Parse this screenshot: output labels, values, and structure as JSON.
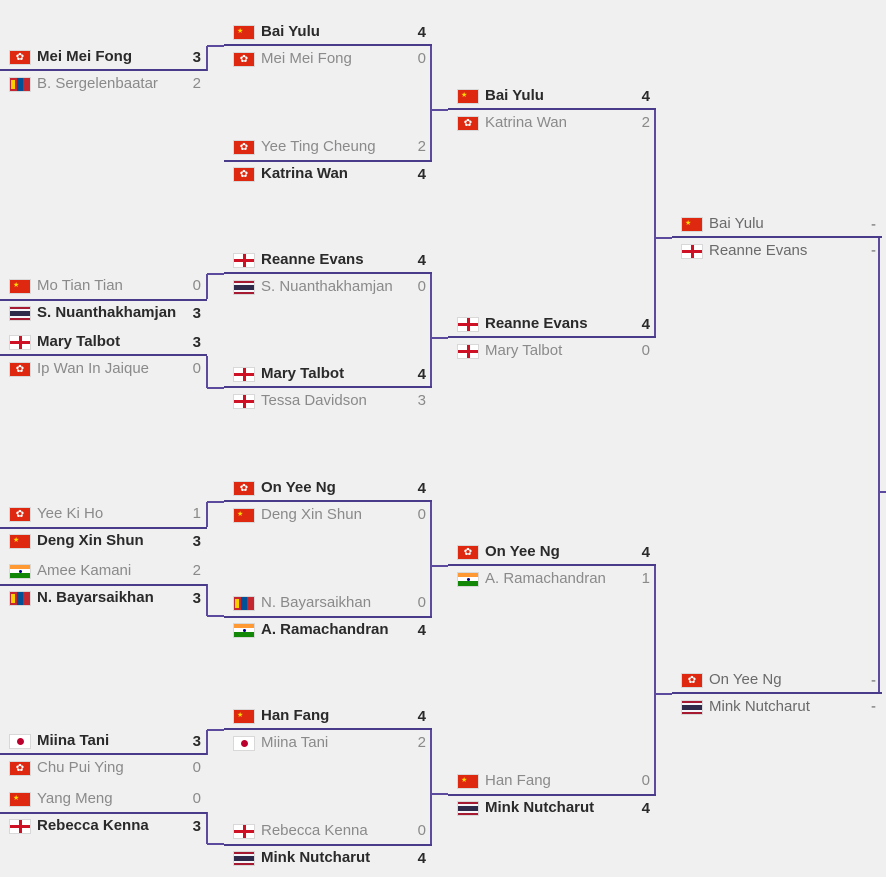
{
  "colors": {
    "line": "#5b4a9e",
    "winner_text": "#2a2a2a",
    "loser_text": "#8a8a8a"
  },
  "rounds": [
    {
      "matches": [
        {
          "p1": {
            "name": "Mei Mei Fong",
            "flag": "hong-kong",
            "score": "3",
            "win": true
          },
          "p2": {
            "name": "B. Sergelenbaatar",
            "flag": "mongolia",
            "score": "2",
            "win": false
          }
        },
        {
          "p1": {
            "name": "Mo Tian Tian",
            "flag": "china",
            "score": "0",
            "win": false
          },
          "p2": {
            "name": "S. Nuanthakhamjan",
            "flag": "thailand",
            "score": "3",
            "win": true
          }
        },
        {
          "p1": {
            "name": "Mary Talbot",
            "flag": "england",
            "score": "3",
            "win": true
          },
          "p2": {
            "name": "Ip Wan In Jaique",
            "flag": "hong-kong",
            "score": "0",
            "win": false
          }
        },
        {
          "p1": {
            "name": "Yee Ki Ho",
            "flag": "hong-kong",
            "score": "1",
            "win": false
          },
          "p2": {
            "name": "Deng Xin Shun",
            "flag": "china",
            "score": "3",
            "win": true
          }
        },
        {
          "p1": {
            "name": "Amee Kamani",
            "flag": "india",
            "score": "2",
            "win": false
          },
          "p2": {
            "name": "N. Bayarsaikhan",
            "flag": "mongolia",
            "score": "3",
            "win": true
          }
        },
        {
          "p1": {
            "name": "Miina Tani",
            "flag": "japan",
            "score": "3",
            "win": true
          },
          "p2": {
            "name": "Chu Pui Ying",
            "flag": "hong-kong",
            "score": "0",
            "win": false
          }
        },
        {
          "p1": {
            "name": "Yang Meng",
            "flag": "china",
            "score": "0",
            "win": false
          },
          "p2": {
            "name": "Rebecca Kenna",
            "flag": "england",
            "score": "3",
            "win": true
          }
        }
      ]
    },
    {
      "matches": [
        {
          "p1": {
            "name": "Bai Yulu",
            "flag": "china",
            "score": "4",
            "win": true
          },
          "p2": {
            "name": "Mei Mei Fong",
            "flag": "hong-kong",
            "score": "0",
            "win": false
          }
        },
        {
          "p1": {
            "name": "Yee Ting Cheung",
            "flag": "hong-kong",
            "score": "2",
            "win": false
          },
          "p2": {
            "name": "Katrina Wan",
            "flag": "hong-kong",
            "score": "4",
            "win": true
          }
        },
        {
          "p1": {
            "name": "Reanne Evans",
            "flag": "england",
            "score": "4",
            "win": true
          },
          "p2": {
            "name": "S. Nuanthakhamjan",
            "flag": "thailand",
            "score": "0",
            "win": false
          }
        },
        {
          "p1": {
            "name": "Mary Talbot",
            "flag": "england",
            "score": "4",
            "win": true
          },
          "p2": {
            "name": "Tessa Davidson",
            "flag": "england",
            "score": "3",
            "win": false
          }
        },
        {
          "p1": {
            "name": "On Yee Ng",
            "flag": "hong-kong",
            "score": "4",
            "win": true
          },
          "p2": {
            "name": "Deng Xin Shun",
            "flag": "china",
            "score": "0",
            "win": false
          }
        },
        {
          "p1": {
            "name": "N. Bayarsaikhan",
            "flag": "mongolia",
            "score": "0",
            "win": false
          },
          "p2": {
            "name": "A. Ramachandran",
            "flag": "india",
            "score": "4",
            "win": true
          }
        },
        {
          "p1": {
            "name": "Han Fang",
            "flag": "china",
            "score": "4",
            "win": true
          },
          "p2": {
            "name": "Miina Tani",
            "flag": "japan",
            "score": "2",
            "win": false
          }
        },
        {
          "p1": {
            "name": "Rebecca Kenna",
            "flag": "england",
            "score": "0",
            "win": false
          },
          "p2": {
            "name": "Mink Nutcharut",
            "flag": "thailand",
            "score": "4",
            "win": true
          }
        }
      ]
    },
    {
      "matches": [
        {
          "p1": {
            "name": "Bai Yulu",
            "flag": "china",
            "score": "4",
            "win": true
          },
          "p2": {
            "name": "Katrina Wan",
            "flag": "hong-kong",
            "score": "2",
            "win": false
          }
        },
        {
          "p1": {
            "name": "Reanne Evans",
            "flag": "england",
            "score": "4",
            "win": true
          },
          "p2": {
            "name": "Mary Talbot",
            "flag": "england",
            "score": "0",
            "win": false
          }
        },
        {
          "p1": {
            "name": "On Yee Ng",
            "flag": "hong-kong",
            "score": "4",
            "win": true
          },
          "p2": {
            "name": "A. Ramachandran",
            "flag": "india",
            "score": "1",
            "win": false
          }
        },
        {
          "p1": {
            "name": "Han Fang",
            "flag": "china",
            "score": "0",
            "win": false
          },
          "p2": {
            "name": "Mink Nutcharut",
            "flag": "thailand",
            "score": "4",
            "win": true
          }
        }
      ]
    },
    {
      "matches": [
        {
          "p1": {
            "name": "Bai Yulu",
            "flag": "china",
            "score": "-",
            "win": null
          },
          "p2": {
            "name": "Reanne Evans",
            "flag": "england",
            "score": "-",
            "win": null
          }
        },
        {
          "p1": {
            "name": "On Yee Ng",
            "flag": "hong-kong",
            "score": "-",
            "win": null
          },
          "p2": {
            "name": "Mink Nutcharut",
            "flag": "thailand",
            "score": "-",
            "win": null
          }
        }
      ]
    }
  ]
}
